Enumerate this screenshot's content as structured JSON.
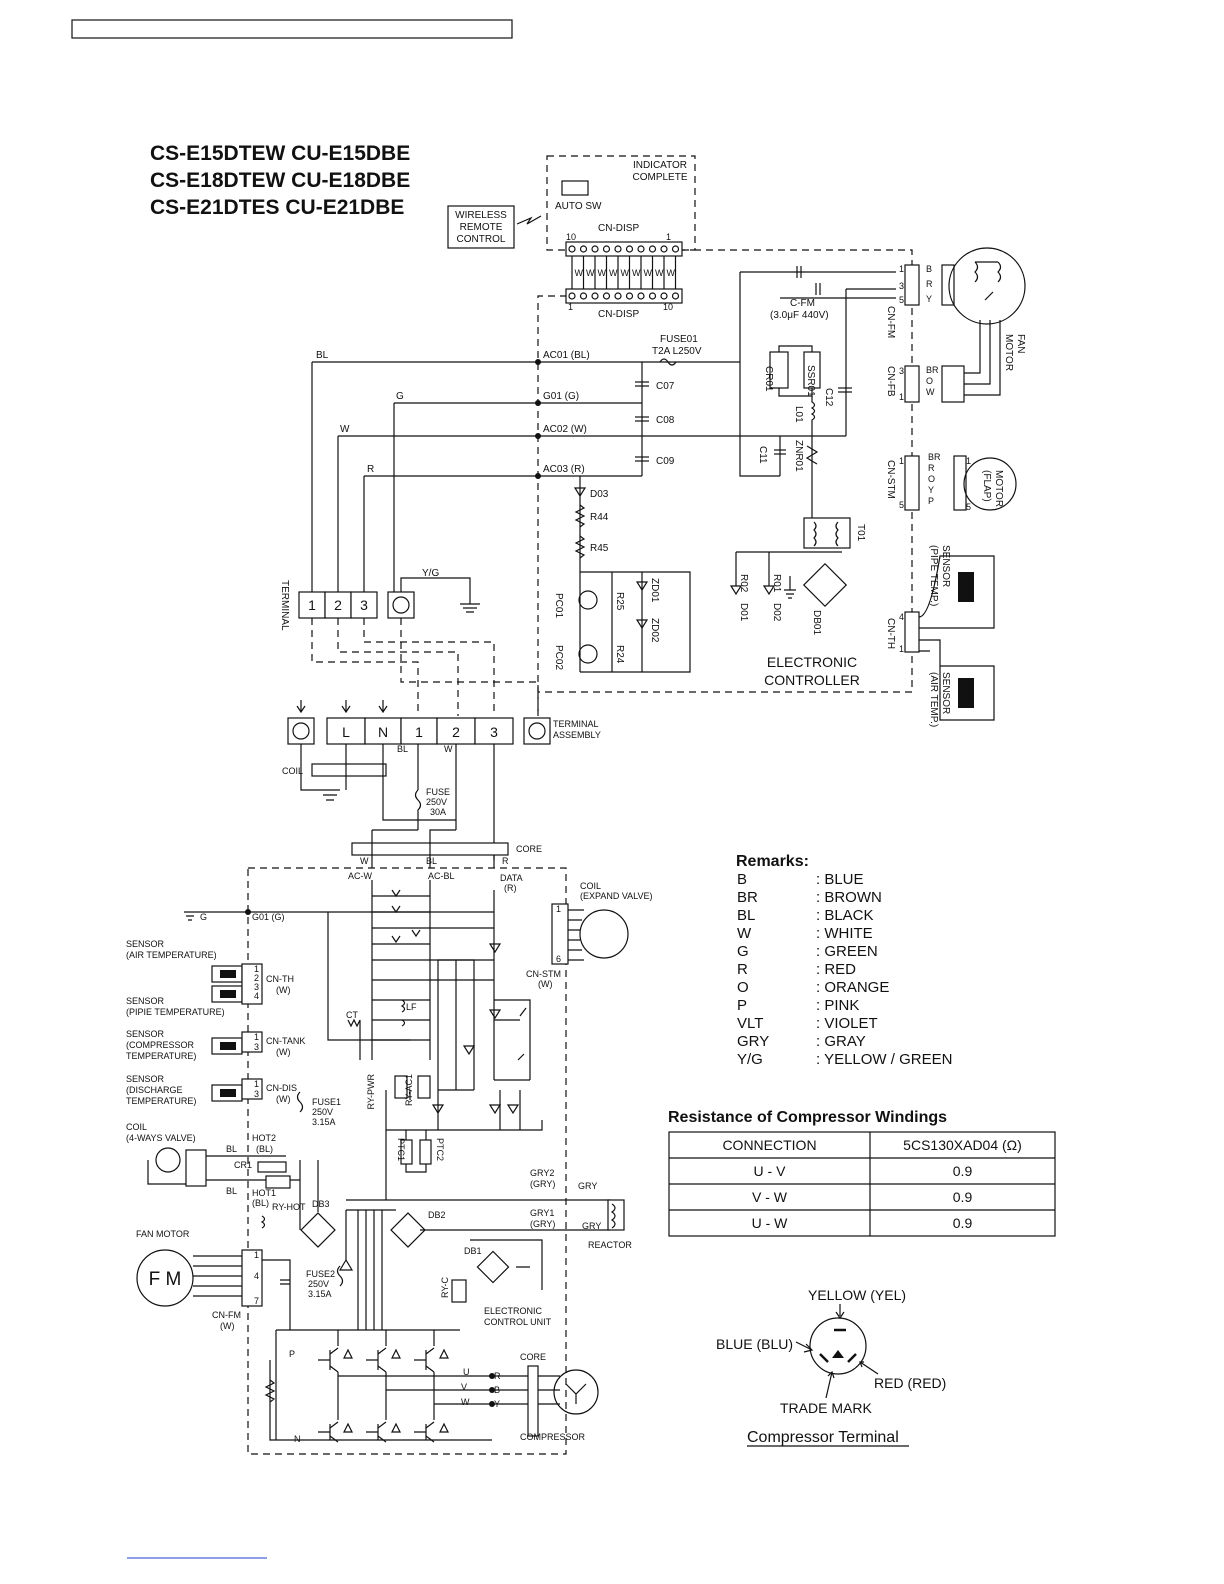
{
  "models": [
    "CS-E15DTEW CU-E15DBE",
    "CS-E18DTEW CU-E18DBE",
    "CS-E21DTES CU-E21DBE"
  ],
  "indoor": {
    "wireless_remote": [
      "WIRELESS",
      "REMOTE",
      "CONTROL"
    ],
    "indicator": [
      "INDICATOR",
      "COMPLETE"
    ],
    "auto_sw": "AUTO SW",
    "cn_disp": "CN-DISP",
    "pin_10": "10",
    "pin_1": "1",
    "w": "W",
    "fuse01": "FUSE01",
    "fuse01_rating": "T2A  L250V",
    "c_fm": "C-FM",
    "c_fm_rating": "(3.0μF  440V)",
    "cn_fm": "CN-FM",
    "cn_fb": "CN-FB",
    "cn_stm": "CN-STM",
    "cn_th": "CN-TH",
    "fan_motor": [
      "FAN",
      "MOTOR"
    ],
    "motor_flap": [
      "MOTOR",
      "(FLAP)"
    ],
    "sensor_pipe": [
      "SENSOR",
      "(PIPE TEMP.)"
    ],
    "sensor_air": [
      "SENSOR",
      "(AIR TEMP.)"
    ],
    "pins_fm": [
      "1",
      "3",
      "5"
    ],
    "pins_fb": [
      "3",
      "1"
    ],
    "pins_stm": [
      "1",
      "5"
    ],
    "pins_th": [
      "4",
      "1"
    ],
    "fm_colors": [
      "B",
      "R",
      "Y"
    ],
    "fb_colors": [
      "BR",
      "O",
      "W"
    ],
    "stm_colors": [
      "BR",
      "R",
      "O",
      "Y",
      "P"
    ],
    "pin_5": "5",
    "bl": "BL",
    "g": "G",
    "w_label": "W",
    "r": "R",
    "yg": "Y/G",
    "ac01": "AC01 (BL)",
    "g01": "G01 (G)",
    "ac02": "AC02 (W)",
    "ac03": "AC03 (R)",
    "c07": "C07",
    "c08": "C08",
    "c09": "C09",
    "d03": "D03",
    "r44": "R44",
    "r45": "R45",
    "pc01": "PC01",
    "pc02": "PC02",
    "r25": "R25",
    "r24": "R24",
    "zd01": "ZD01",
    "zd02": "ZD02",
    "cr01": "CR01",
    "ssr01": "SSR01",
    "l01": "L01",
    "c12": "C12",
    "c11": "C11",
    "znr01": "ZNR01",
    "t01": "T01",
    "r02": "R02",
    "d01": "D01",
    "r01": "R01",
    "d02": "D02",
    "db01": "DB01",
    "electronic_controller": [
      "ELECTRONIC",
      "CONTROLLER"
    ],
    "terminal": "TERMINAL",
    "terminal_nums": [
      "1",
      "2",
      "3"
    ]
  },
  "outdoor": {
    "terminal_assembly": [
      "TERMINAL",
      "ASSEMBLY"
    ],
    "terminal_cells": [
      "L",
      "N",
      "1",
      "2",
      "3"
    ],
    "bl": "BL",
    "w": "W",
    "r": "R",
    "coil": "COIL",
    "fuse": [
      "FUSE",
      "250V",
      "30A"
    ],
    "core": "CORE",
    "ac_w": "AC-W",
    "ac_bl": "AC-BL",
    "data": [
      "DATA",
      "(R)"
    ],
    "coil_expand": [
      "COIL",
      "(EXPAND VALVE)"
    ],
    "cn_stm": [
      "CN-STM",
      "(W)"
    ],
    "g": "G",
    "g01": "G01 (G)",
    "sensor_air": [
      "SENSOR",
      "(AIR TEMPERATURE)"
    ],
    "sensor_pipe": [
      "SENSOR",
      "(PIPIE TEMPERATURE)"
    ],
    "cn_th": [
      "CN-TH",
      "(W)"
    ],
    "sensor_comp": [
      "SENSOR",
      "(COMPRESSOR",
      "TEMPERATURE)"
    ],
    "cn_tank": [
      "CN-TANK",
      "(W)"
    ],
    "sensor_dis": [
      "SENSOR",
      "(DISCHARGE",
      "TEMPERATURE)"
    ],
    "cn_dis": [
      "CN-DIS",
      "(W)"
    ],
    "pins_th": [
      "1",
      "2",
      "3",
      "4"
    ],
    "pins_13": [
      "1",
      "3"
    ],
    "pins_stm": [
      "1",
      "6"
    ],
    "ct": "CT",
    "lf": "LF",
    "ry_pwr": "RY-PWR",
    "ry_ac1": "RY-AC1",
    "ptc1": "PTC1",
    "ptc2": "PTC2",
    "fuse1": [
      "FUSE1",
      "250V",
      "3.15A"
    ],
    "coil_4way": [
      "COIL",
      "(4-WAYS VALVE)"
    ],
    "hot2": [
      "HOT2",
      "(BL)"
    ],
    "cr1": "CR1",
    "hot1": [
      "HOT1",
      "(BL)"
    ],
    "ry_hot": "RY-HOT",
    "db3": "DB3",
    "db2": "DB2",
    "db1": "DB1",
    "gry2": [
      "GRY2",
      "(GRY)"
    ],
    "gry1": [
      "GRY1",
      "(GRY)"
    ],
    "gry": "GRY",
    "reactor": "REACTOR",
    "fan_motor": "FAN MOTOR",
    "fm": "F M",
    "pins_fm": [
      "1",
      "4",
      "7"
    ],
    "cn_fm": [
      "CN-FM",
      "(W)"
    ],
    "fuse2": [
      "FUSE2",
      "250V",
      "3.15A"
    ],
    "ry_c": "RY-C",
    "ecu": [
      "ELECTRONIC",
      "CONTROL UNIT"
    ],
    "p": "P",
    "n": "N",
    "u": "U",
    "v": "V",
    "w_phase": "W",
    "r_out": "R",
    "b_out": "B",
    "y_out": "Y",
    "core2": "CORE",
    "compressor": "COMPRESSOR"
  },
  "remarks": {
    "title": "Remarks:",
    "items": [
      {
        "code": "B",
        "name": ": BLUE"
      },
      {
        "code": "BR",
        "name": ": BROWN"
      },
      {
        "code": "BL",
        "name": ": BLACK"
      },
      {
        "code": "W",
        "name": ": WHITE"
      },
      {
        "code": "G",
        "name": ": GREEN"
      },
      {
        "code": "R",
        "name": ": RED"
      },
      {
        "code": "O",
        "name": ": ORANGE"
      },
      {
        "code": "P",
        "name": ": PINK"
      },
      {
        "code": "VLT",
        "name": ": VIOLET"
      },
      {
        "code": "GRY",
        "name": ": GRAY"
      },
      {
        "code": "Y/G",
        "name": ": YELLOW / GREEN"
      }
    ]
  },
  "resistance": {
    "title": "Resistance of Compressor Windings",
    "headers": [
      "CONNECTION",
      "5CS130XAD04 (Ω)"
    ],
    "rows": [
      [
        "U - V",
        "0.9"
      ],
      [
        "V - W",
        "0.9"
      ],
      [
        "U - W",
        "0.9"
      ]
    ]
  },
  "terminal_fig": {
    "yellow": "YELLOW (YEL)",
    "blue": "BLUE (BLU)",
    "red": "RED (RED)",
    "trade_mark": "TRADE MARK",
    "caption": "Compressor Terminal"
  }
}
